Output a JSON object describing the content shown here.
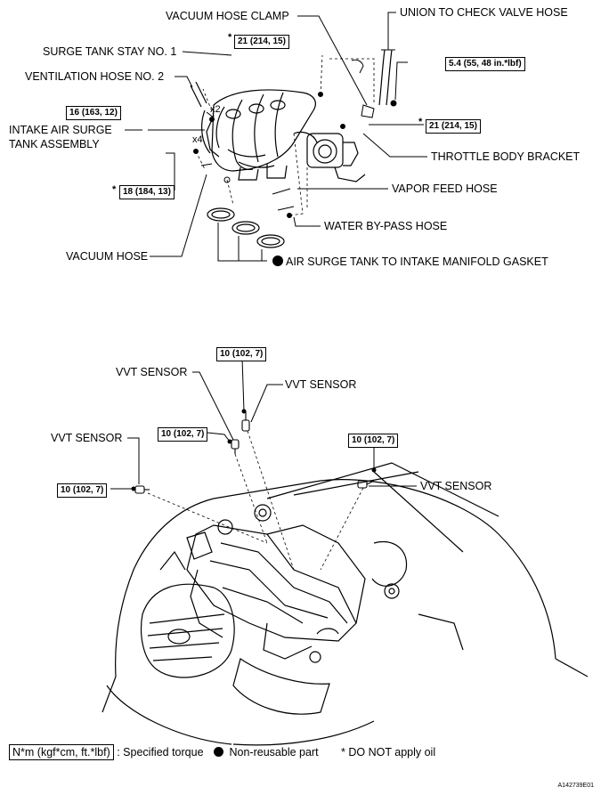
{
  "labels": {
    "vacuum_hose_clamp": "VACUUM HOSE CLAMP",
    "union_to_check_valve_hose": "UNION TO CHECK VALVE HOSE",
    "surge_tank_stay": "SURGE TANK STAY NO. 1",
    "ventilation_hose": "VENTILATION HOSE NO. 2",
    "intake_air_surge_1": "INTAKE AIR SURGE",
    "intake_air_surge_2": "TANK ASSEMBLY",
    "throttle_body_bracket": "THROTTLE BODY BRACKET",
    "vapor_feed_hose": "VAPOR FEED HOSE",
    "water_bypass_hose": "WATER BY-PASS HOSE",
    "vacuum_hose": "VACUUM HOSE",
    "gasket": "AIR SURGE TANK TO INTAKE MANIFOLD GASKET",
    "vvt_sensor": "VVT SENSOR",
    "x2": "x2",
    "x4": "x4",
    "star": "*"
  },
  "torques": {
    "t_21_a": "21 (214, 15)",
    "t_54": "5.4 (55, 48 in.*lbf)",
    "t_16": "16 (163, 12)",
    "t_21_b": "21 (214, 15)",
    "t_18": "18 (184, 13)",
    "t_10_top": "10 (102, 7)",
    "t_10_mid": "10 (102, 7)",
    "t_10_right": "10 (102, 7)",
    "t_10_left": "10 (102, 7)"
  },
  "legend": {
    "box": "N*m (kgf*cm, ft.*lbf)",
    "spec": ": Specified torque",
    "nonreusable": "Non-reusable part",
    "no_oil": "* DO NOT apply oil"
  },
  "figure_code": "A142739E01"
}
